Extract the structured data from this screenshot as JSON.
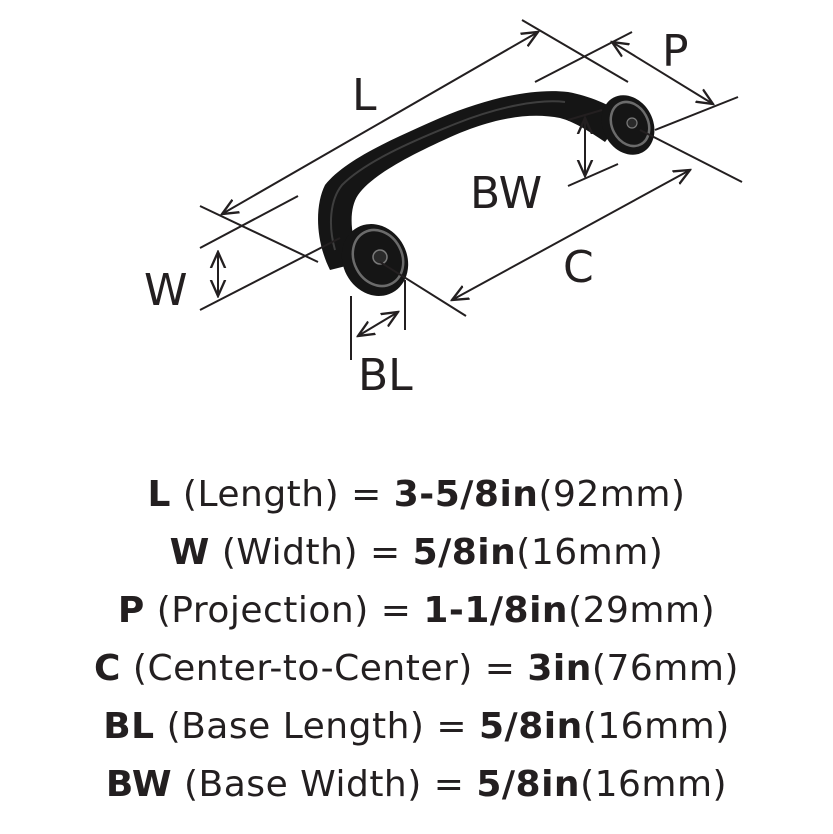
{
  "diagram": {
    "labels": {
      "L": "L",
      "P": "P",
      "BW": "BW",
      "W": "W",
      "C": "C",
      "BL": "BL"
    }
  },
  "specs": [
    {
      "abbr": "L",
      "desc": " (Length) ",
      "eq": "= ",
      "value": "3-5/8in",
      "metric": "(92mm)"
    },
    {
      "abbr": "W",
      "desc": " (Width) ",
      "eq": "= ",
      "value": "5/8in",
      "metric": "(16mm)"
    },
    {
      "abbr": "P",
      "desc": " (Projection) ",
      "eq": "= ",
      "value": "1-1/8in",
      "metric": "(29mm)"
    },
    {
      "abbr": "C",
      "desc": " (Center-to-Center) ",
      "eq": "= ",
      "value": "3in",
      "metric": "(76mm)"
    },
    {
      "abbr": "BL",
      "desc": " (Base Length) ",
      "eq": "= ",
      "value": "5/8in",
      "metric": "(16mm)"
    },
    {
      "abbr": "BW",
      "desc": " (Base Width) ",
      "eq": "= ",
      "value": "5/8in",
      "metric": "(16mm)"
    }
  ],
  "colors": {
    "ink": "#231f20",
    "handle": "#151515",
    "background": "#ffffff"
  }
}
